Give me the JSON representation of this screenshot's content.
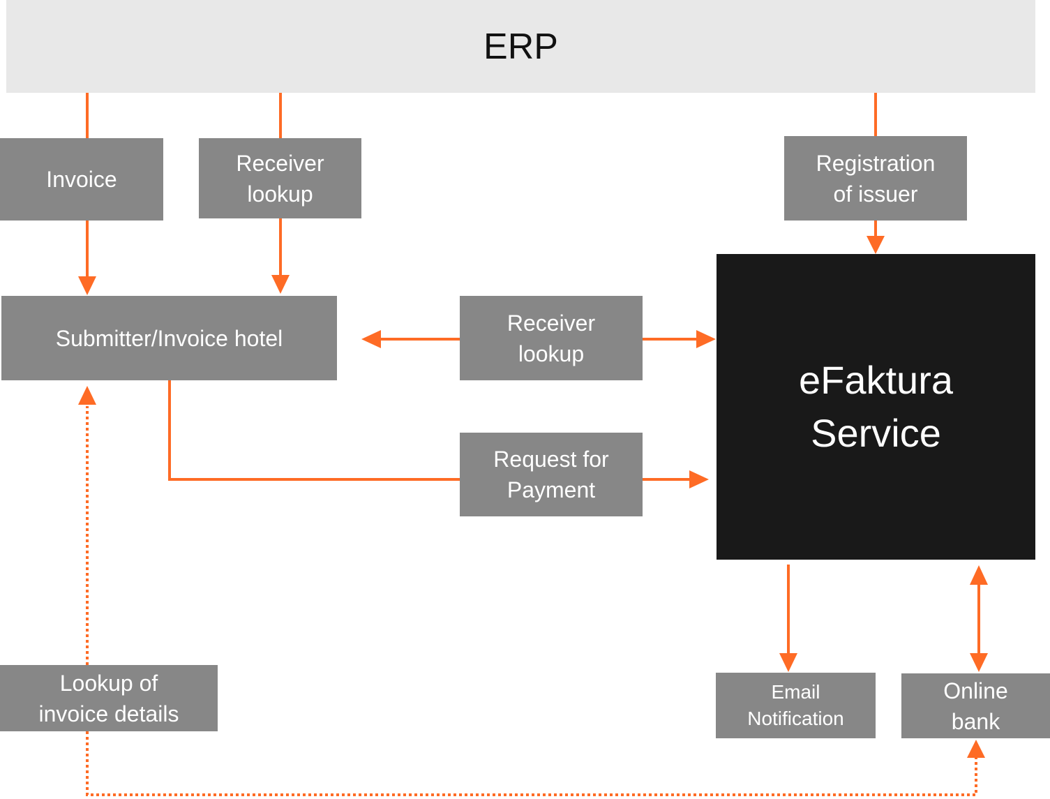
{
  "colors": {
    "arrow": "#fe6b25",
    "box_grey": "#878787",
    "erp_bg": "#e8e8e8",
    "service_bg": "#191919"
  },
  "nodes": {
    "erp": "ERP",
    "invoice": "Invoice",
    "receiver_lookup_top": "Receiver\nlookup",
    "registration_of_issuer": "Registration\nof issuer",
    "submitter_invoice_hotel": "Submitter/Invoice hotel",
    "receiver_lookup_mid": "Receiver\nlookup",
    "efaktura_service": "eFaktura\nService",
    "request_for_payment": "Request for\nPayment",
    "lookup_invoice_details": "Lookup of\ninvoice details",
    "email_notification": "Email\nNotification",
    "online_bank": "Online\nbank"
  }
}
